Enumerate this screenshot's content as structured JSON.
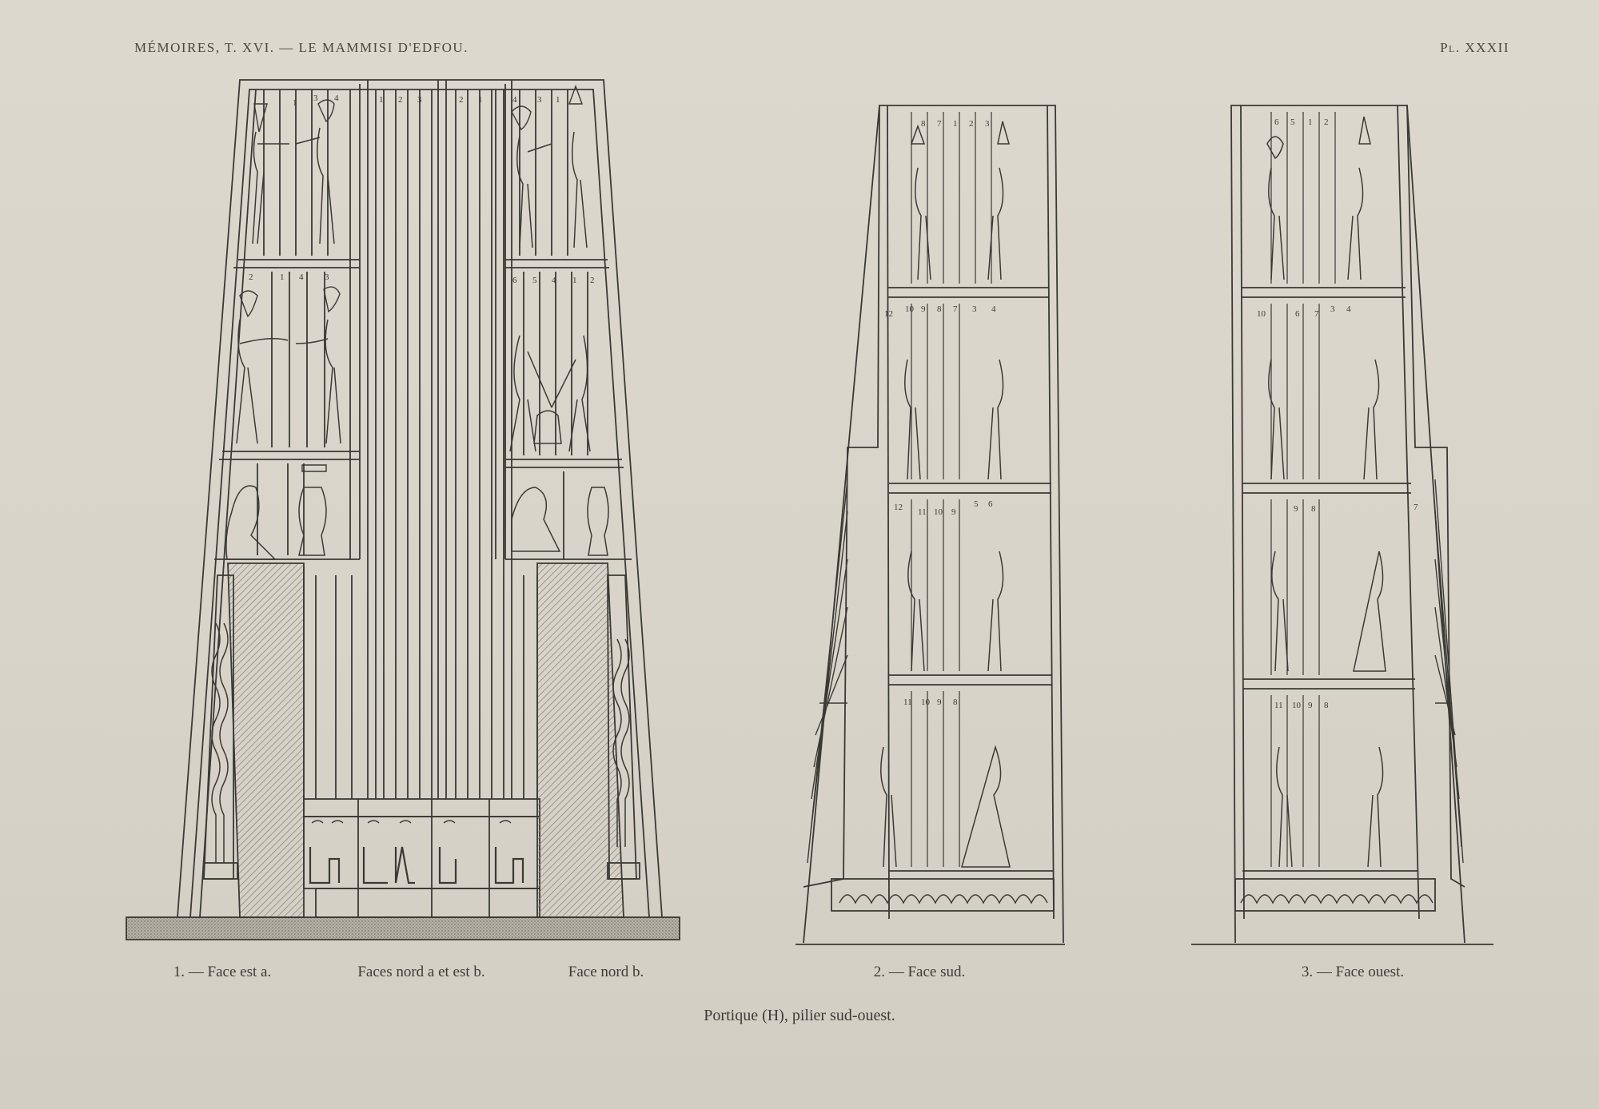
{
  "header": {
    "left": "MÉMOIRES, T. XVI. — LE MAMMISI D'EDFOU.",
    "right": "Pl. XXXII"
  },
  "figures": [
    {
      "label": "1. — Face est a."
    },
    {
      "label": "Faces nord a et est b."
    },
    {
      "label": "Face nord b."
    },
    {
      "label": "2. — Face sud."
    },
    {
      "label": "3. — Face ouest."
    }
  ],
  "caption": "Portique (H), pilier sud-ouest.",
  "register_numbers": {
    "fig1_top_left": [
      "1",
      "3",
      "4"
    ],
    "fig1_mid_left": [
      "2",
      "1",
      "4",
      "3"
    ],
    "fig1_columns_left": [
      "1",
      "2",
      "3"
    ],
    "fig1_columns_right": [
      "2",
      "1"
    ],
    "fig1_top_right": [
      "4",
      "3",
      "1"
    ],
    "fig1_mid_right": [
      "6",
      "5",
      "4",
      "1",
      "2"
    ],
    "fig2_r1": [
      "8",
      "7",
      "1",
      "2",
      "3"
    ],
    "fig2_r2": [
      "12",
      "10",
      "9",
      "8",
      "7",
      "3",
      "4"
    ],
    "fig2_r3": [
      "12",
      "11",
      "10",
      "9",
      "5",
      "6"
    ],
    "fig2_r4": [
      "11",
      "10",
      "9",
      "8"
    ],
    "fig3_r1": [
      "6",
      "5",
      "1",
      "2"
    ],
    "fig3_r2": [
      "10",
      "6",
      "7",
      "3",
      "4"
    ],
    "fig3_r3": [
      "9",
      "8",
      "7"
    ],
    "fig3_r4": [
      "11",
      "10",
      "9",
      "8"
    ]
  }
}
